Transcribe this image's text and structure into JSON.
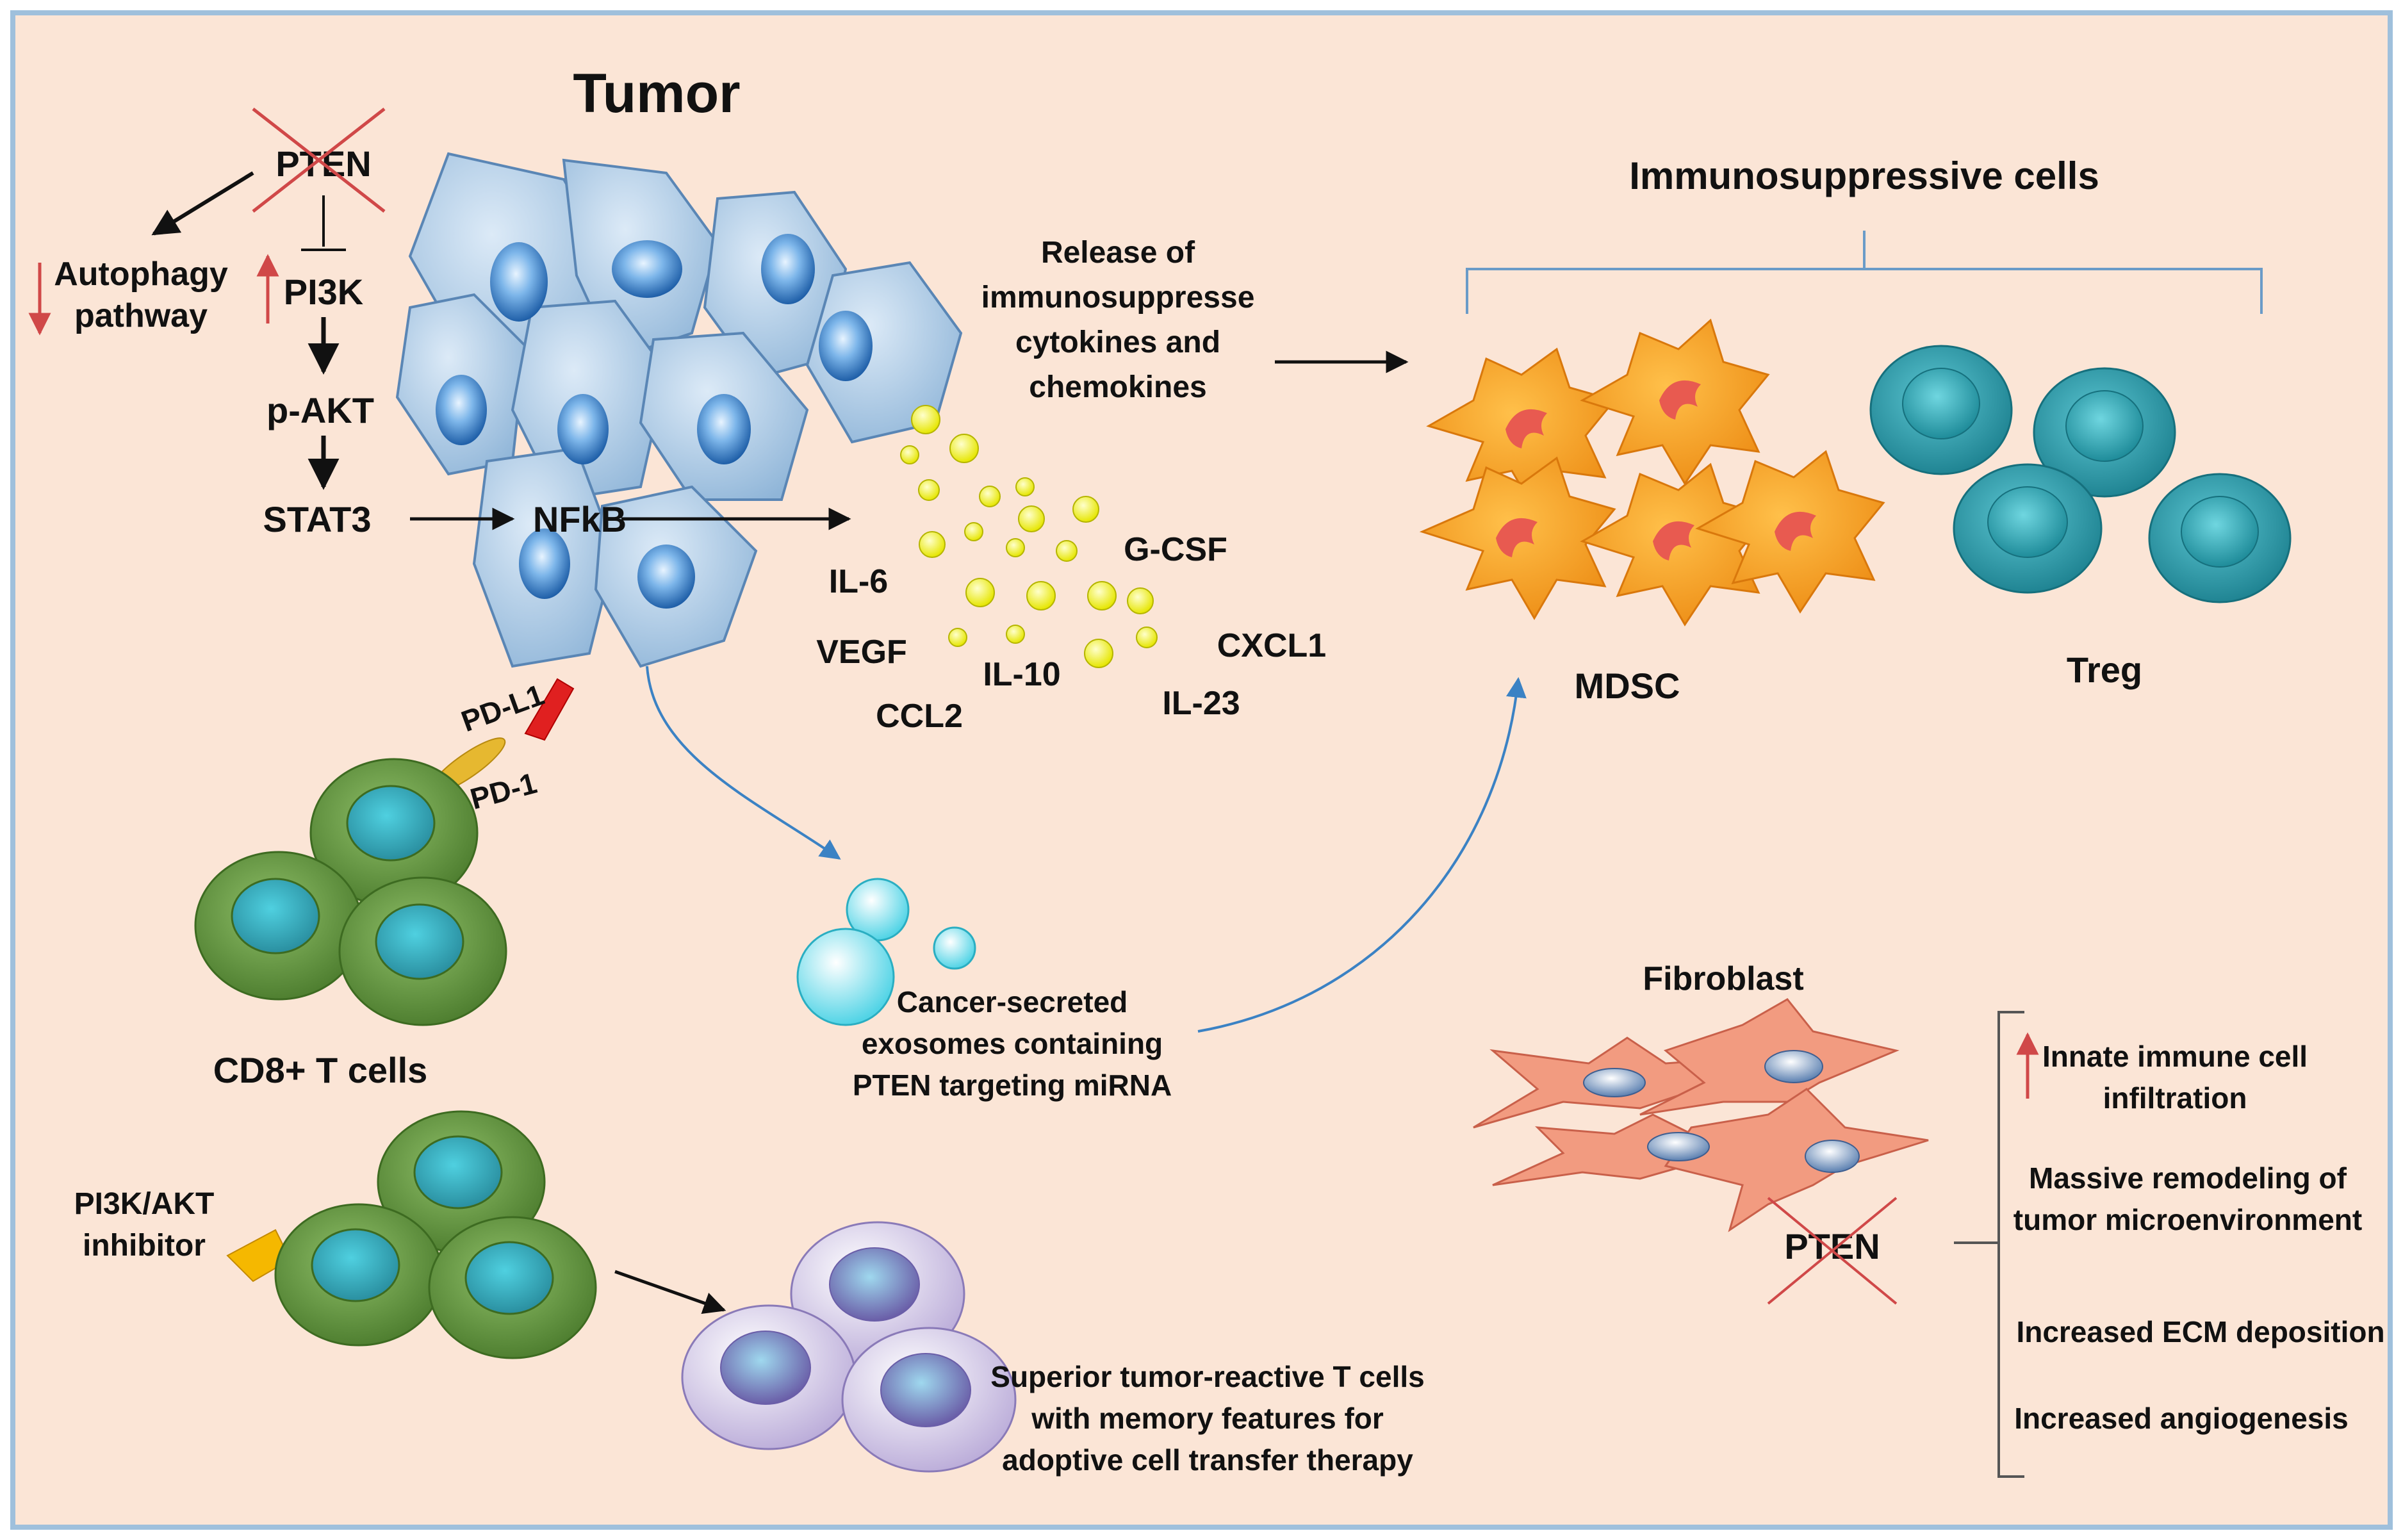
{
  "title": "Tumor",
  "pathway": {
    "pten": "PTEN",
    "autophagy_line1": "Autophagy",
    "autophagy_line2": "pathway",
    "pi3k": "PI3K",
    "pakt": "p-AKT",
    "stat3": "STAT3",
    "nfkb": "NFkB"
  },
  "release_text": [
    "Release of",
    "immunosuppresse",
    "cytokines and",
    "chemokines"
  ],
  "cytokines": {
    "il6": "IL-6",
    "vegf": "VEGF",
    "ccl2": "CCL2",
    "il10": "IL-10",
    "gcsf": "G-CSF",
    "cxcl1": "CXCL1",
    "il23": "IL-23"
  },
  "immunosuppressive": {
    "heading": "Immunosuppressive cells",
    "mdsc": "MDSC",
    "treg": "Treg"
  },
  "checkpoint": {
    "pdl1": "PD-L1",
    "pd1": "PD-1",
    "cd8_label": "CD8+ T cells"
  },
  "exosomes_text": [
    "Cancer-secreted",
    "exosomes containing",
    "PTEN targeting miRNA"
  ],
  "inhibitor_text": [
    "PI3K/AKT",
    "inhibitor"
  ],
  "memory_text": [
    "Superior tumor-reactive T cells",
    "with memory features for",
    "adoptive cell transfer therapy"
  ],
  "fibroblast": {
    "label": "Fibroblast",
    "pten": "PTEN",
    "effect1": [
      "Innate immune cell",
      "infiltration"
    ],
    "effect2": [
      "Massive remodeling of",
      "tumor microenvironment"
    ],
    "effect3": "Increased ECM deposition",
    "effect4": "Increased angiogenesis"
  },
  "colors": {
    "background": "#fbe5d6",
    "border": "#9fc0dc",
    "tumor_cell": "#b8d5ec",
    "nucleus": "#4f8fcf",
    "cytokine": "#ffff33",
    "mdsc": "#f7a321",
    "treg": "#2fa6b4",
    "cd8": "#6a9a44",
    "memory": "#dcd4ee",
    "fibroblast": "#f29b80",
    "up_arrow": "#d04848",
    "pdl1": "#e02020",
    "pd1": "#e6b830",
    "lightning": "#f5b800",
    "curve_arrow": "#3b82c4",
    "exosome": "#8ee6f0"
  }
}
